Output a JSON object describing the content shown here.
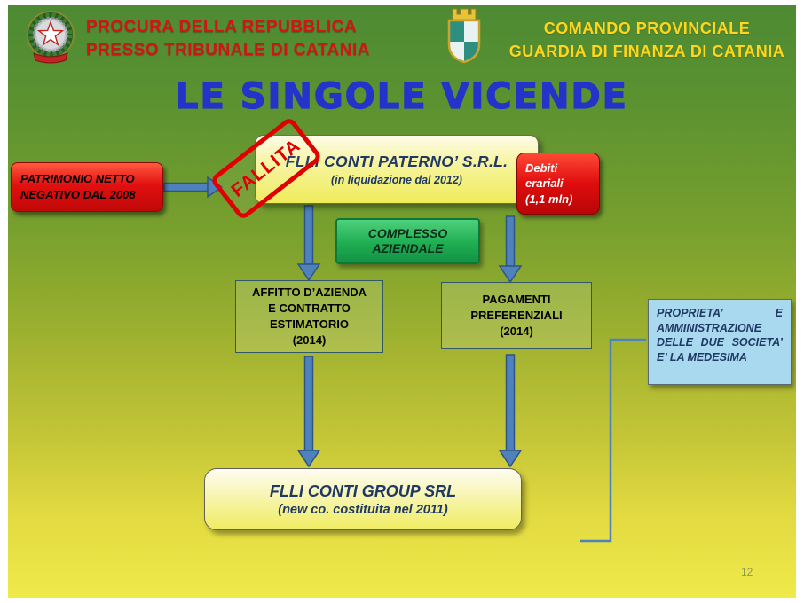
{
  "slide": {
    "header": {
      "left_line1": "PROCURA DELLA REPUBBLICA",
      "left_line2": "PRESSO TRIBUNALE DI CATANIA",
      "right_line1": "COMANDO PROVINCIALE",
      "right_line2": "GUARDIA DI FINANZA DI CATANIA"
    },
    "title": "LE SINGOLE VICENDE",
    "page_number": "12"
  },
  "diagram": {
    "patrimonio_box": {
      "line1": "PATRIMONIO NETTO",
      "line2": "NEGATIVO DAL 2008"
    },
    "fallita_stamp": "FALLITA",
    "paterno_box": {
      "title": "FLLI CONTI PATERNO’ S.R.L.",
      "subtitle": "(in liquidazione dal 2012)"
    },
    "debiti_box": {
      "line1": "Debiti",
      "line2": "erariali",
      "line3": "(1,1 mln)"
    },
    "complesso_box": {
      "line1": "COMPLESSO",
      "line2": "AZIENDALE"
    },
    "affitto_box": {
      "line1": "AFFITTO D’AZIENDA",
      "line2": "E CONTRATTO",
      "line3": "ESTIMATORIO",
      "line4": "(2014)"
    },
    "pagamenti_box": {
      "line1": "PAGAMENTI",
      "line2": "PREFERENZIALI",
      "line3": "(2014)"
    },
    "proprieta_box": {
      "text": "PROPRIETA’ E AMMINISTRAZIONE DELLE DUE SOCIETA’ E’ LA MEDESIMA"
    },
    "group_box": {
      "title": "FLLI CONTI GROUP SRL",
      "subtitle": "(new co. costituita nel 2011)"
    }
  },
  "icons": {
    "left_emblem": "repubblica-italiana-emblem",
    "right_emblem": "guardia-di-finanza-emblem"
  },
  "colors": {
    "title_blue": "#2433c9",
    "header_red": "#d31414",
    "header_yellow": "#ffd61e",
    "box_red": "#df0d0d",
    "box_yellow": "#efec5a",
    "box_green": "#1fae52",
    "box_lightblue": "#a9d9ee",
    "arrow_blue": "#4f81bd",
    "stamp_red": "#e00000"
  }
}
